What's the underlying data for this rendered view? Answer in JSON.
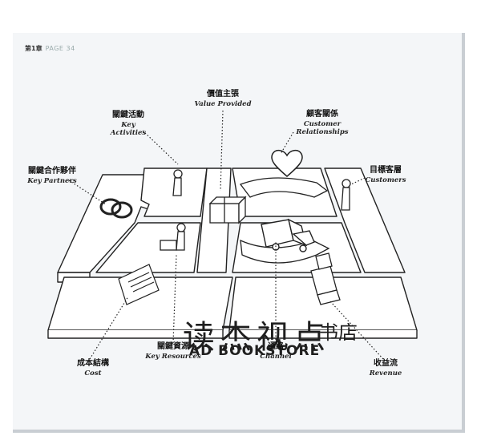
{
  "header": {
    "chapter": "第1章",
    "page": "PAGE 34"
  },
  "labels": {
    "value": {
      "zh": "價值主張",
      "en": "Value Provided"
    },
    "activities": {
      "zh": "關鍵活動",
      "en": "Key Activities"
    },
    "relationships": {
      "zh": "顧客關係",
      "en_line1": "Customer",
      "en_line2": "Relationships"
    },
    "partners": {
      "zh": "關鍵合作夥伴",
      "en": "Key Partners"
    },
    "customers": {
      "zh": "目標客層",
      "en": "Customers"
    },
    "cost": {
      "zh": "成本結構",
      "en": "Cost"
    },
    "resources": {
      "zh": "關鍵資源",
      "en": "Key Resources"
    },
    "channel": {
      "zh": "通路",
      "en": "Channel"
    },
    "revenue": {
      "zh": "收益流",
      "en": "Revenue"
    }
  },
  "watermark": {
    "chinese": "读杰视点",
    "suffix": "书店",
    "english": "AD BOOKSTORE"
  }
}
